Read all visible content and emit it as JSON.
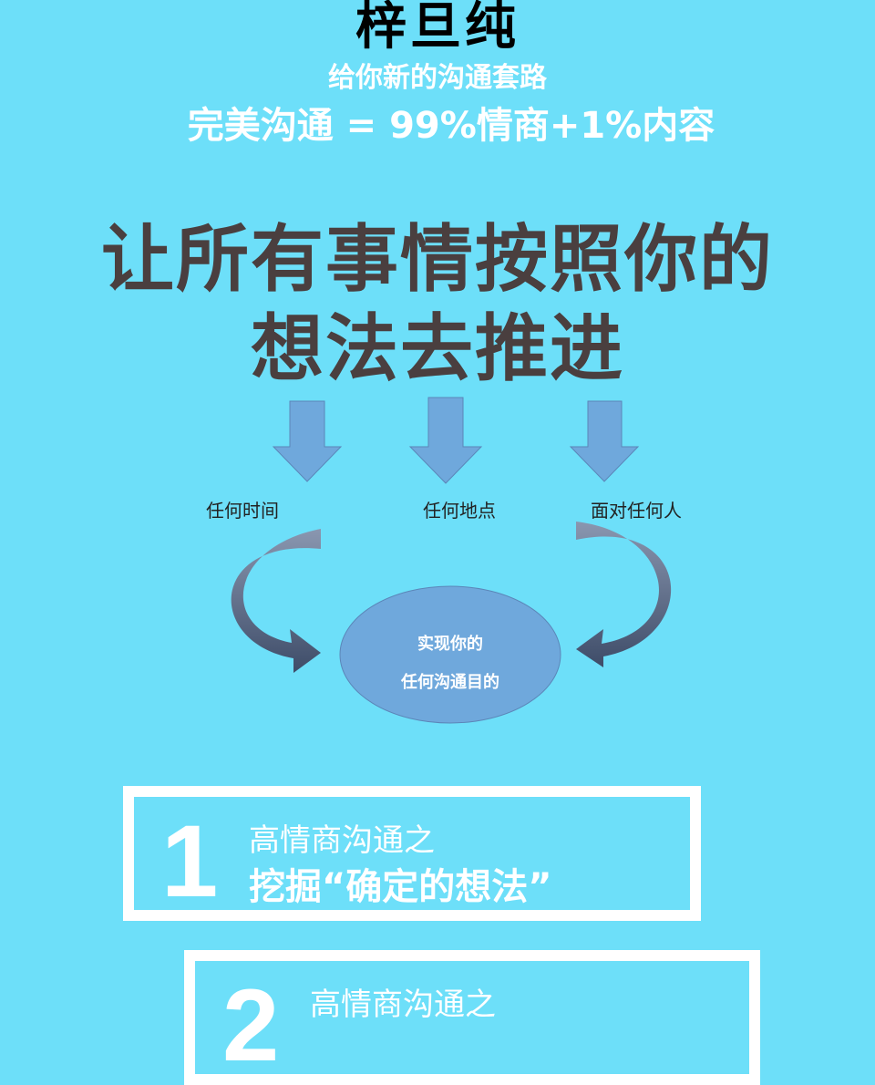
{
  "header": {
    "name": "梓旦纯",
    "subtitle": "给你新的沟通套路",
    "formula": "完美沟通 = 99%情商+1%内容"
  },
  "headline": {
    "line1": "让所有事情按照你的",
    "line2": "想法去推进"
  },
  "diagram": {
    "labels": [
      "任何时间",
      "任何地点",
      "面对任何人"
    ],
    "center_line1": "实现你的",
    "center_line2": "任何沟通目的",
    "colors": {
      "arrow": "#6fa8dc",
      "curve": "#4a5a78",
      "ellipse": "#6fa8dc"
    }
  },
  "sections": [
    {
      "number": "1",
      "line1": "高情商沟通之",
      "line2": "挖掘“确定的想法”"
    },
    {
      "number": "2",
      "line1": "高情商沟通之"
    }
  ],
  "colors": {
    "background": "#6ddff9",
    "headline": "#4a3f3f"
  }
}
